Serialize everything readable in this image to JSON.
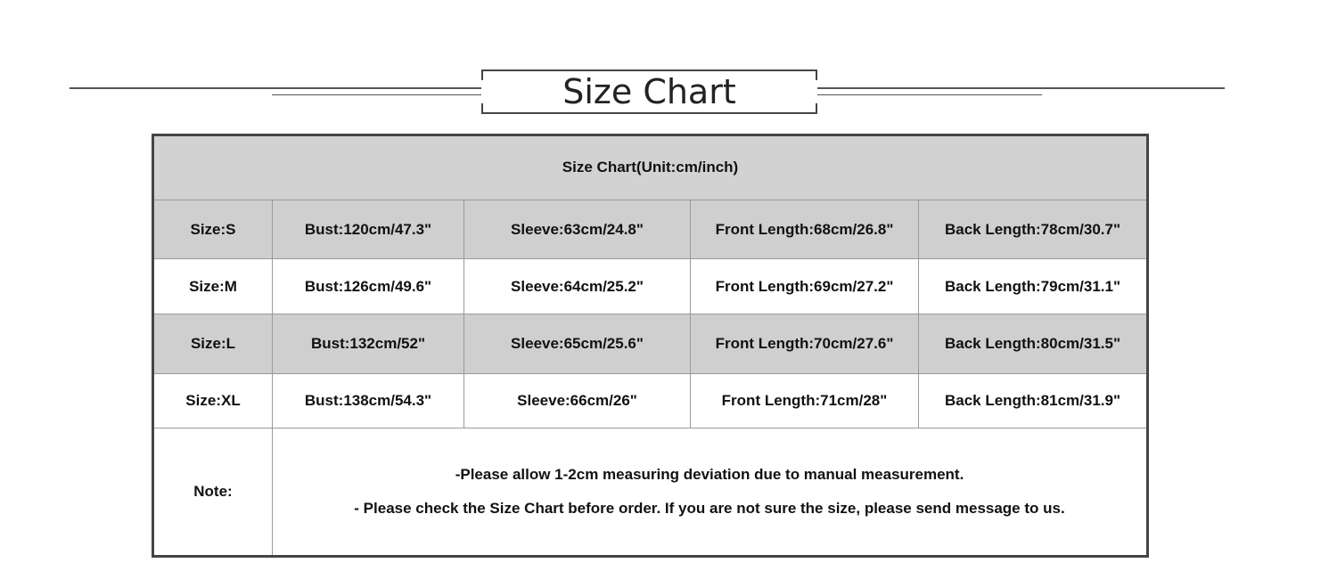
{
  "banner": {
    "title": "Size Chart"
  },
  "table": {
    "header": "Size Chart(Unit:cm/inch)",
    "rows": [
      {
        "size": "Size:S",
        "bust": "Bust:120cm/47.3\"",
        "sleeve": "Sleeve:63cm/24.8\"",
        "front": "Front Length:68cm/26.8\"",
        "back": "Back Length:78cm/30.7\""
      },
      {
        "size": "Size:M",
        "bust": "Bust:126cm/49.6\"",
        "sleeve": "Sleeve:64cm/25.2\"",
        "front": "Front Length:69cm/27.2\"",
        "back": "Back Length:79cm/31.1\""
      },
      {
        "size": "Size:L",
        "bust": "Bust:132cm/52\"",
        "sleeve": "Sleeve:65cm/25.6\"",
        "front": "Front Length:70cm/27.6\"",
        "back": "Back Length:80cm/31.5\""
      },
      {
        "size": "Size:XL",
        "bust": "Bust:138cm/54.3\"",
        "sleeve": "Sleeve:66cm/26\"",
        "front": "Front Length:71cm/28\"",
        "back": "Back Length:81cm/31.9\""
      }
    ],
    "note": {
      "label": "Note:",
      "lines": [
        "-Please allow 1-2cm measuring deviation due to manual measurement.",
        "- Please check the Size Chart before order. If you are not sure the size, please send message to us."
      ]
    }
  },
  "colors": {
    "shaded_row": "#cfcfcf",
    "header_row": "#d2d2d2",
    "border": "#444444"
  }
}
